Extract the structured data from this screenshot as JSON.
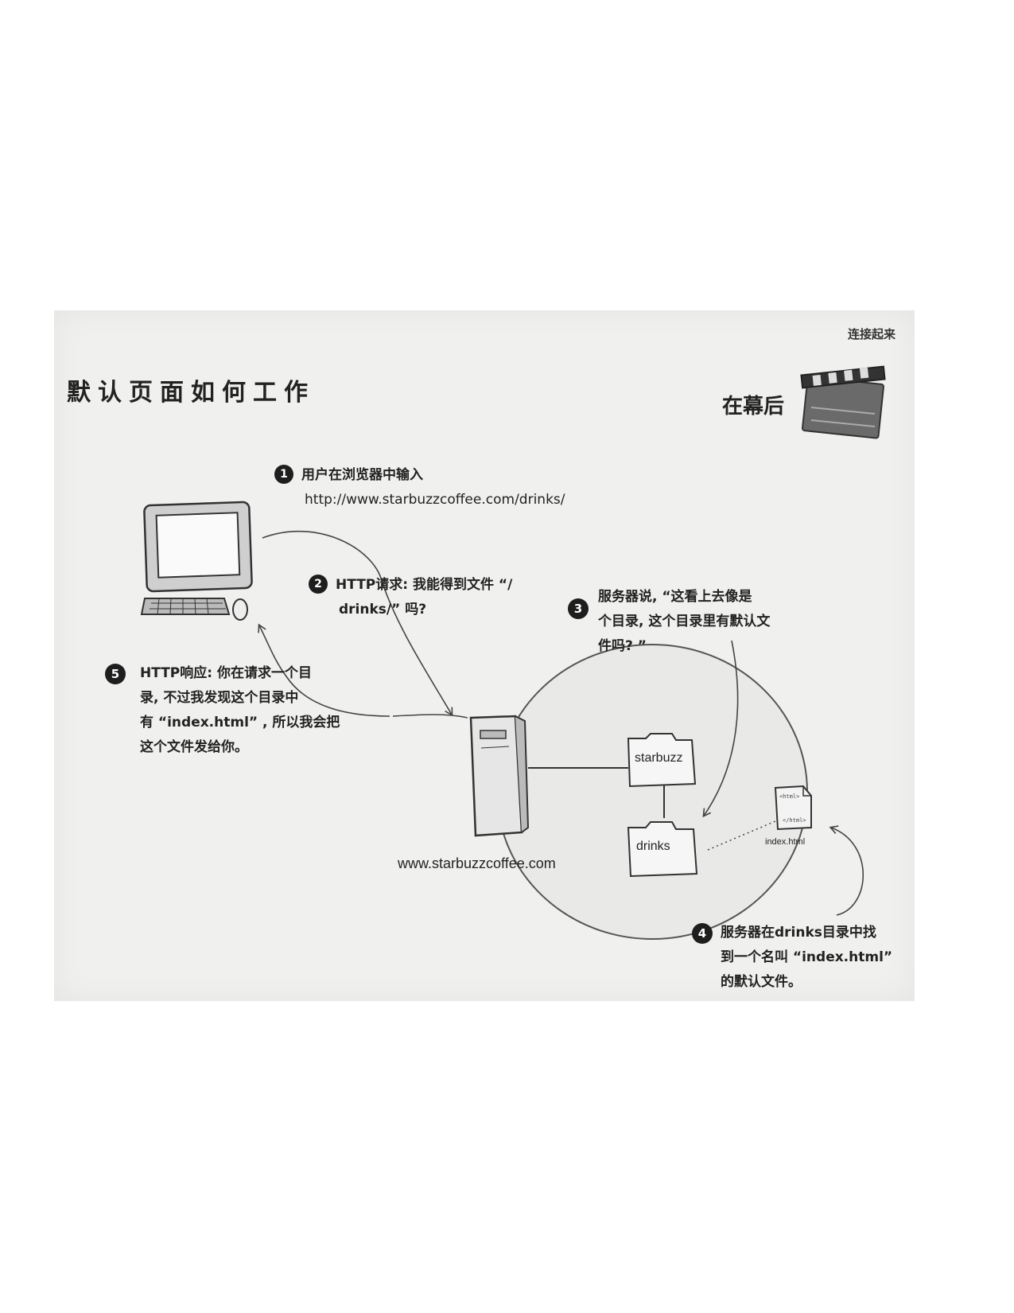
{
  "running_head": "连接起来",
  "title": "默认页面如何工作",
  "behind_the_scenes": "在幕后",
  "steps": [
    {
      "num": "1",
      "text": "用户在浏览器中输入",
      "text2": "http://www.starbuzzcoffee.com/drinks/"
    },
    {
      "num": "2",
      "line1": "HTTP请求: 我能得到文件 “/",
      "line2": "drinks/” 吗?"
    },
    {
      "num": "3",
      "line1": "服务器说, “这看上去像是",
      "line2": "个目录, 这个目录里有默认文",
      "line3": "件吗? ”"
    },
    {
      "num": "4",
      "line1": "服务器在drinks目录中找",
      "line2": "到一个名叫 “index.html”",
      "line3": "的默认文件。"
    },
    {
      "num": "5",
      "line1": "HTTP响应: 你在请求一个目",
      "line2": "录, 不过我发现这个目录中",
      "line3": "有 “index.html” , 所以我会把",
      "line4": "这个文件发给你。"
    }
  ],
  "server_label": "www.starbuzzcoffee.com",
  "folders": {
    "top": "starbuzz",
    "bottom": "drinks"
  },
  "file": {
    "name": "index.html",
    "tag_open": "<html>",
    "tag_close": "</html>"
  },
  "colors": {
    "page_bg": "#f0f0ee",
    "ink": "#222222",
    "circle_fill": "#e9e9e7",
    "screen_fill": "#fafafa"
  }
}
